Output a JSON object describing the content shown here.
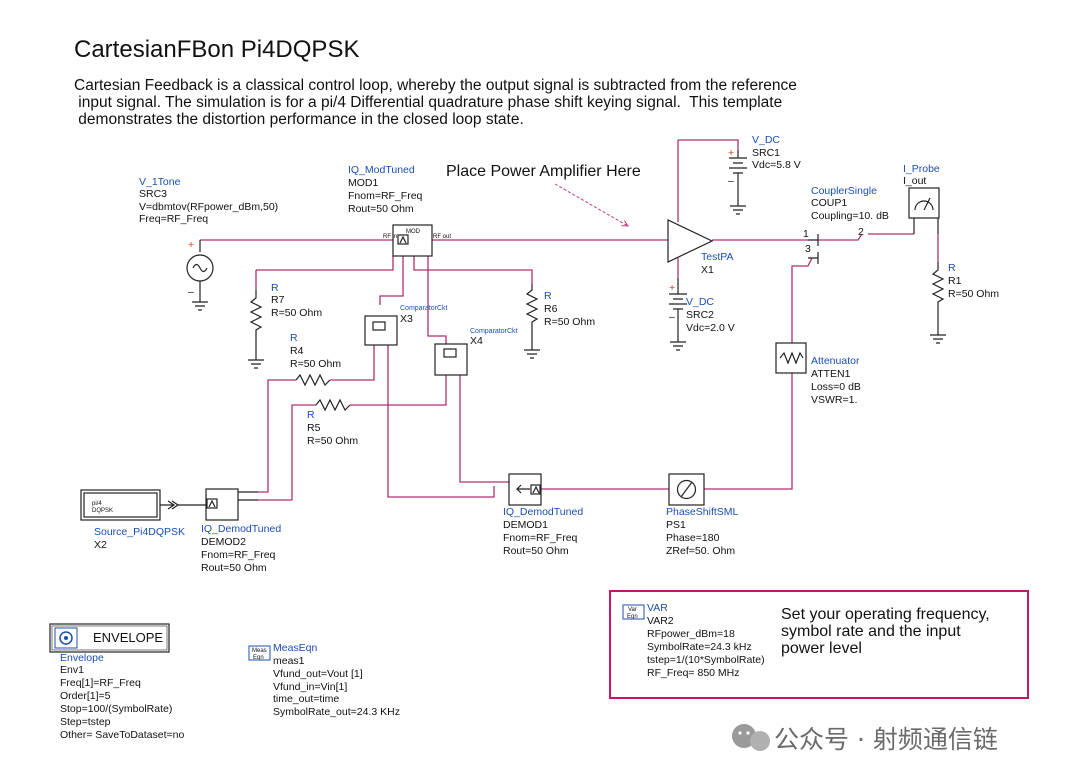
{
  "title": "CartesianFBon  Pi4DQPSK",
  "description": [
    "Cartesian Feedback is a classical control loop, whereby the output signal is subtracted from the reference",
    " input signal. The simulation is for a pi/4 Differential quadrature phase shift keying signal.  This template",
    " demonstrates the distortion performance in the closed loop state."
  ],
  "annotation_pa": "Place Power Amplifier Here",
  "components": {
    "src3": [
      "V_1Tone",
      "SRC3",
      "V=dbmtov(RFpower_dBm,50)",
      "Freq=RF_Freq"
    ],
    "mod1": [
      "IQ_ModTuned",
      "MOD1",
      "Fnom=RF_Freq",
      "Rout=50 Ohm"
    ],
    "src1": [
      "V_DC",
      "SRC1",
      "Vdc=5.8 V"
    ],
    "probe": [
      "I_Probe",
      "I_out"
    ],
    "coup": [
      "CouplerSingle",
      "COUP1",
      "Coupling=10. dB"
    ],
    "testpa": [
      "TestPA",
      "X1"
    ],
    "src2": [
      "V_DC",
      "SRC2",
      "Vdc=2.0 V"
    ],
    "r1": [
      "R",
      "R1",
      "R=50 Ohm"
    ],
    "r7": [
      "R",
      "R7",
      "R=50 Ohm"
    ],
    "r6": [
      "R",
      "R6",
      "R=50 Ohm"
    ],
    "r4": [
      "R",
      "R4",
      "R=50 Ohm"
    ],
    "r5": [
      "R",
      "R5",
      "R=50 Ohm"
    ],
    "x3": [
      "ComparatorCkt",
      "X3"
    ],
    "x4": [
      "ComparatorCkt",
      "X4"
    ],
    "atten": [
      "Attenuator",
      "ATTEN1",
      "Loss=0 dB",
      "VSWR=1."
    ],
    "source": [
      "Source_Pi4DQPSK",
      "X2"
    ],
    "demod2": [
      "IQ_DemodTuned",
      "DEMOD2",
      "Fnom=RF_Freq",
      "Rout=50 Ohm"
    ],
    "demod1": [
      "IQ_DemodTuned",
      "DEMOD1",
      "Fnom=RF_Freq",
      "Rout=50 Ohm"
    ],
    "ps1": [
      "PhaseShiftSML",
      "PS1",
      "Phase=180",
      "ZRef=50. Ohm"
    ],
    "var2": [
      "VAR",
      "VAR2",
      "RFpower_dBm=18",
      "SymbolRate=24.3 kHz",
      "tstep=1/(10*SymbolRate)",
      "RF_Freq= 850 MHz"
    ],
    "env1": [
      "Envelope",
      "Env1",
      "Freq[1]=RF_Freq",
      "Order[1]=5",
      "Stop=100/(SymbolRate)",
      "Step=tstep",
      "Other= SaveToDataset=no"
    ],
    "meas1": [
      "MeasEqn",
      "meas1",
      "Vfund_out=Vout [1]",
      "Vfund_in=Vin[1]",
      "time_out=time",
      "SymbolRate_out=24.3 KHz"
    ]
  },
  "pin_labels": {
    "coupler_1": "1",
    "coupler_2": "2",
    "coupler_3": "3",
    "mod_title": "MOD",
    "rf_in": "RF in",
    "rf_out": "RF out",
    "source_icon": "pi/4\nDQPSK",
    "plus": "+",
    "minus": "–",
    "var_icon": [
      "Var",
      "Eqn"
    ],
    "meas_icon": [
      "Meas",
      "Eqn"
    ]
  },
  "envelope_button": "ENVELOPE",
  "instruction": [
    "Set your operating frequency,",
    "symbol rate and the input",
    "power level"
  ],
  "watermark": "公众号 · 射频通信链",
  "colors": {
    "wire": "#b03070",
    "label": "#1a4fb0",
    "instruction_border": "#c2186b"
  }
}
